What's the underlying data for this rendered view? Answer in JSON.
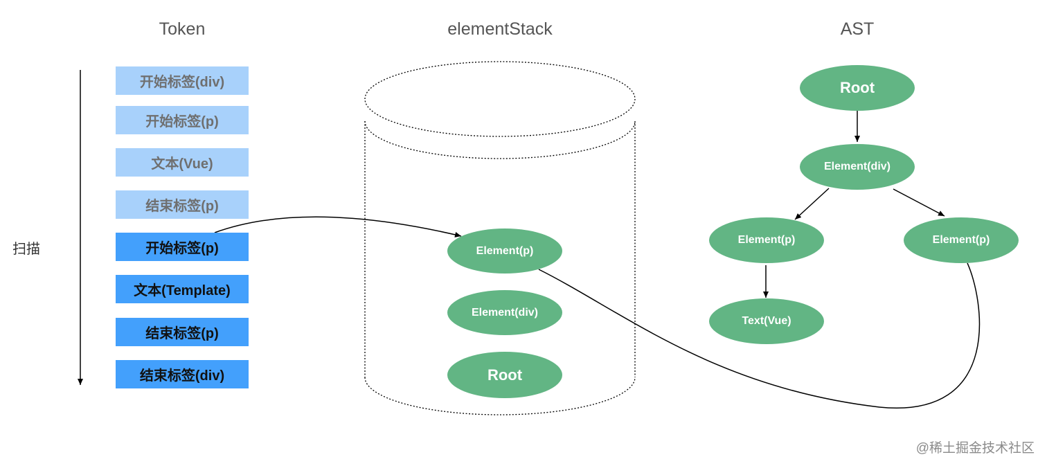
{
  "titles": {
    "token": "Token",
    "stack": "elementStack",
    "ast": "AST"
  },
  "scan_label": "扫描",
  "tokens": [
    {
      "label": "开始标签(div)",
      "state": "done"
    },
    {
      "label": "开始标签(p)",
      "state": "done"
    },
    {
      "label": "文本(Vue)",
      "state": "done"
    },
    {
      "label": "结束标签(p)",
      "state": "done"
    },
    {
      "label": "开始标签(p)",
      "state": "todo"
    },
    {
      "label": "文本(Template)",
      "state": "todo"
    },
    {
      "label": "结束标签(p)",
      "state": "todo"
    },
    {
      "label": "结束标签(div)",
      "state": "todo"
    }
  ],
  "stack_nodes": [
    "Element(p)",
    "Element(div)",
    "Root"
  ],
  "ast_nodes": {
    "root": "Root",
    "div": "Element(div)",
    "p_left": "Element(p)",
    "p_right": "Element(p)",
    "text": "Text(Vue)"
  },
  "watermark": "@稀土掘金技术社区",
  "colors": {
    "token_done": "#a8d1fb",
    "token_todo": "#43a0fc",
    "node_fill": "#62b584"
  }
}
